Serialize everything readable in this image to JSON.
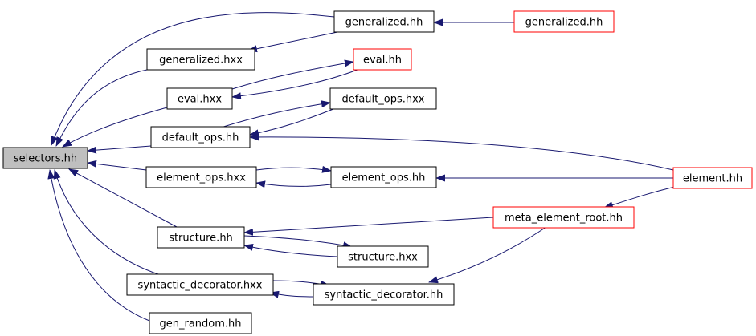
{
  "colors": {
    "edge": "#191970",
    "node_border": "#000000",
    "node_border_truncated": "#ff0000",
    "node_fill": "#ffffff",
    "root_fill": "#bfbfbf"
  },
  "nodes": {
    "selectors_hh": "selectors.hh",
    "generalized_hh": "generalized.hh",
    "generalized_hh_ext": "generalized.hh",
    "generalized_hxx": "generalized.hxx",
    "eval_hh": "eval.hh",
    "eval_hxx": "eval.hxx",
    "default_ops_hxx": "default_ops.hxx",
    "default_ops_hh": "default_ops.hh",
    "element_hh": "element.hh",
    "element_ops_hxx": "element_ops.hxx",
    "element_ops_hh": "element_ops.hh",
    "meta_element_root_hh": "meta_element_root.hh",
    "structure_hh": "structure.hh",
    "structure_hxx": "structure.hxx",
    "syntactic_decorator_hxx": "syntactic_decorator.hxx",
    "syntactic_decorator_hh": "syntactic_decorator.hh",
    "gen_random_hh": "gen_random.hh"
  }
}
